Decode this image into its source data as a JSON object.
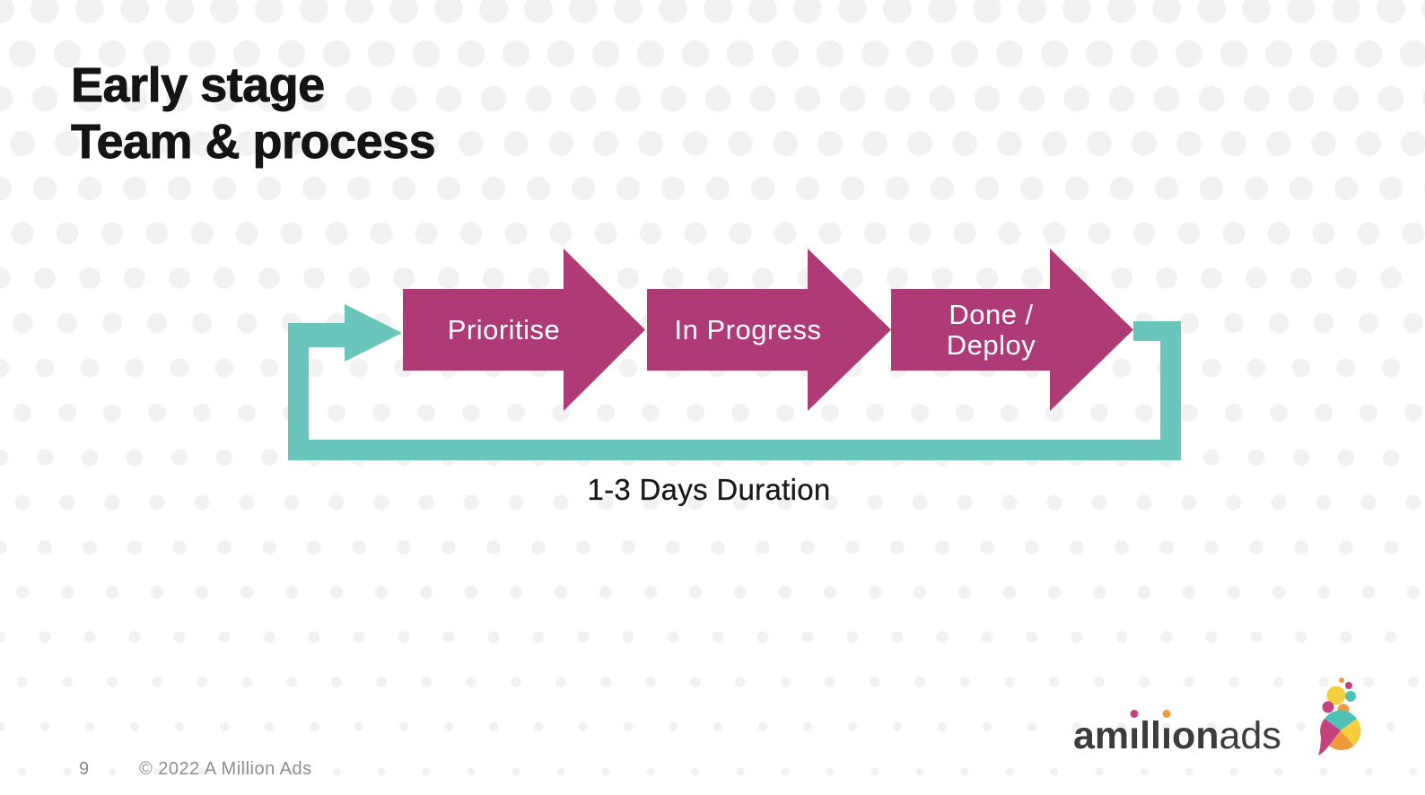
{
  "colors": {
    "magenta": "#AE3B76",
    "teal": "#6AC6BC",
    "dot": "#F2F2F2",
    "title_text": "#141414",
    "label_text": "#FFFFFF",
    "body_text": "#1A1A1A",
    "footer_text": "#8D8D8D",
    "logo_text": "#3C3C3C",
    "logo_magenta": "#C4417D",
    "logo_orange": "#F0993F",
    "logo_yellow": "#F5CE3E",
    "logo_teal": "#4FC0B4"
  },
  "title": {
    "line1": "Early stage",
    "line2": "Team & process"
  },
  "process": {
    "steps": [
      {
        "line1": "Prioritise",
        "line2": ""
      },
      {
        "line1": "In Progress",
        "line2": ""
      },
      {
        "line1": "Done /",
        "line2": "Deploy"
      }
    ],
    "loop_label": "1-3 Days Duration"
  },
  "footer": {
    "page_number": "9",
    "copyright": "© 2022 A Million Ads"
  },
  "logo": {
    "full_text": "amillionads",
    "p1": "am",
    "i1": "ı",
    "p2": "ll",
    "i2": "ı",
    "p3": "on",
    "p4": "ads"
  }
}
